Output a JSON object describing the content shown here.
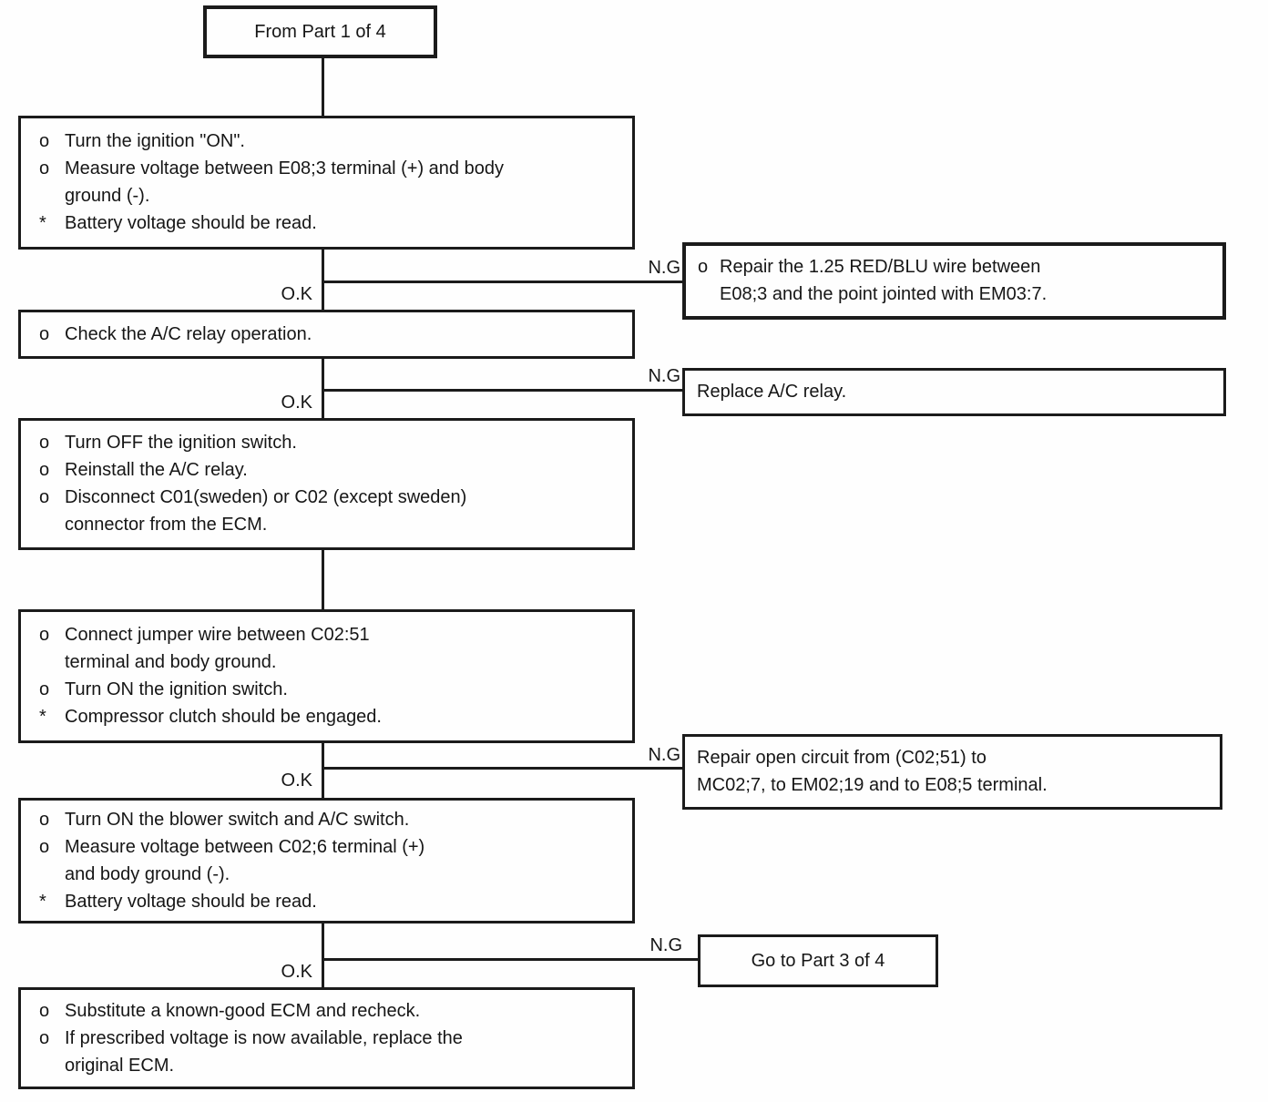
{
  "labels": {
    "ok": "O.K",
    "ng": "N.G"
  },
  "start": {
    "text": "From Part 1 of 4"
  },
  "steps": [
    {
      "items": [
        {
          "m": "o",
          "t": "Turn the ignition \"ON\"."
        },
        {
          "m": "o",
          "t": "Measure voltage between E08;3 terminal (+) and body"
        },
        {
          "m": "",
          "t": "ground (-)."
        },
        {
          "m": "*",
          "t": "Battery voltage should be read."
        }
      ]
    },
    {
      "items": [
        {
          "m": "o",
          "t": "Check the A/C relay operation."
        }
      ]
    },
    {
      "items": [
        {
          "m": "o",
          "t": "Turn OFF the ignition switch."
        },
        {
          "m": "o",
          "t": "Reinstall the A/C relay."
        },
        {
          "m": "o",
          "t": "Disconnect C01(sweden) or C02 (except sweden)"
        },
        {
          "m": "",
          "t": "connector from the ECM."
        }
      ]
    },
    {
      "items": [
        {
          "m": "o",
          "t": "Connect jumper wire between C02:51"
        },
        {
          "m": "",
          "t": "terminal and body ground."
        },
        {
          "m": "o",
          "t": "Turn ON the ignition switch."
        },
        {
          "m": "*",
          "t": "Compressor clutch should be engaged."
        }
      ]
    },
    {
      "items": [
        {
          "m": "o",
          "t": "Turn ON the blower switch and A/C switch."
        },
        {
          "m": "o",
          "t": "Measure voltage between C02;6 terminal (+)"
        },
        {
          "m": "",
          "t": "and body ground (-)."
        },
        {
          "m": "*",
          "t": "Battery voltage should be read."
        }
      ]
    },
    {
      "items": [
        {
          "m": "o",
          "t": "Substitute a known-good ECM and recheck."
        },
        {
          "m": "o",
          "t": "If prescribed voltage is now available, replace the"
        },
        {
          "m": "",
          "t": "original ECM."
        }
      ]
    }
  ],
  "ng_boxes": [
    {
      "items": [
        {
          "m": "o",
          "t": "Repair the 1.25 RED/BLU wire between"
        },
        {
          "m": "",
          "t": "E08;3 and the point jointed with EM03:7."
        }
      ]
    },
    {
      "text": "Replace A/C relay."
    },
    {
      "lines": [
        "Repair open circuit from (C02;51) to",
        "MC02;7, to EM02;19 and to E08;5 terminal."
      ]
    },
    {
      "text": "Go to Part 3 of 4"
    }
  ]
}
